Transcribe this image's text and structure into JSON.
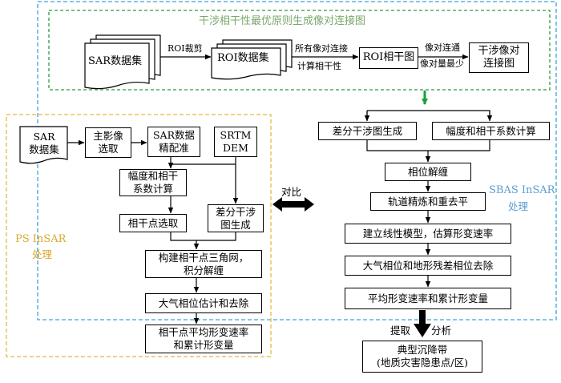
{
  "top_region": {
    "title": "干涉相干性最优原则生成像对连接图"
  },
  "top_flow": {
    "sar_dataset": "SAR数据集",
    "roi_crop_label": "ROI裁剪",
    "roi_dataset": "ROI数据集",
    "all_pairs_label": "所有像对连接",
    "compute_coherence_label": "计算相干性",
    "roi_coherence": "ROI相干图",
    "select_pairs_label_1": "像对连通",
    "select_pairs_label_2": "像对量最少",
    "interferogram_graph": "干涉像对\n连接图"
  },
  "ps_region": {
    "title_1": "PS InSAR",
    "title_2": "处理",
    "sar_dataset": "SAR\n数据集",
    "master_select": "主影像\n选取",
    "coregistration": "SAR数据\n精配准",
    "srtm_dem": "SRTM\nDEM",
    "amp_coherence": "幅度和相干\n系数计算",
    "coherent_points": "相干点选取",
    "diff_interferogram": "差分干涉\n图生成",
    "triangulation": "构建相干点三角网，\n积分解缠",
    "atmo_estimation": "大气相位估计和去除",
    "mean_velocity": "相干点平均形变速率\n和累计形变量"
  },
  "compare_label": "对比",
  "sbas_region": {
    "title_1": "SBAS InSAR",
    "title_2": "处理",
    "diff_interferogram": "差分干涉图生成",
    "amp_coherence": "幅度和相干系数计算",
    "unwrapping": "相位解缠",
    "orbit_refine": "轨道精炼和重去平",
    "linear_model": "建立线性模型，估算形变速率",
    "atmo_removal": "大气相位和地形残差相位去除",
    "mean_velocity": "平均形变速率和累计形变量"
  },
  "extract_label": "提取",
  "analyze_label": "分析",
  "result_box": "典型沉降带\n(地质灾害隐患点/区)",
  "colors": {
    "top_region_border": "#2e9a3e",
    "top_region_title": "#7aa86c",
    "sbas_border": "#3aa3dc",
    "sbas_title": "#5b9ed4",
    "ps_border": "#e8b83a",
    "ps_title": "#d9a830",
    "green_arrow": "#1aa03a"
  }
}
